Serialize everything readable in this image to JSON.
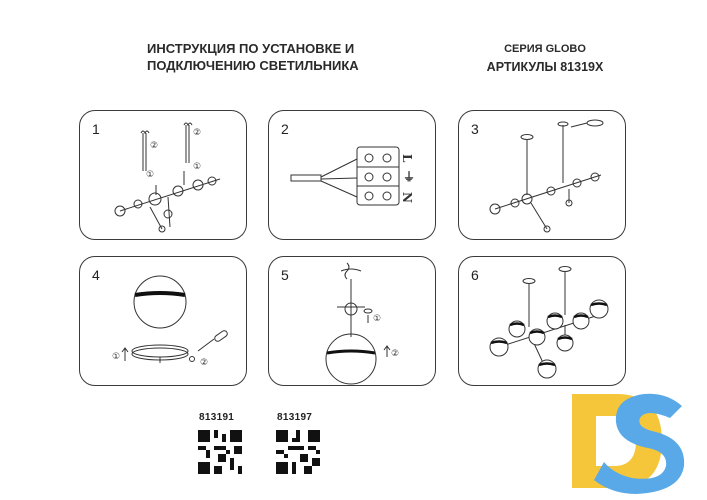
{
  "header": {
    "title_line1": "ИНСТРУКЦИЯ ПО УСТАНОВКЕ И",
    "title_line2": "ПОДКЛЮЧЕНИЮ СВЕТИЛЬНИКА",
    "series_label": "СЕРИЯ GLOBO",
    "articles_label": "АРТИКУЛЫ 81319X"
  },
  "steps": [
    {
      "number": "1",
      "callouts": [
        "①",
        "②",
        "①",
        "②"
      ]
    },
    {
      "number": "2",
      "terminals": [
        "L",
        "⏚",
        "N"
      ]
    },
    {
      "number": "3"
    },
    {
      "number": "4",
      "callouts": [
        "①",
        "②"
      ]
    },
    {
      "number": "5",
      "callouts": [
        "①",
        "②"
      ]
    },
    {
      "number": "6"
    }
  ],
  "products": [
    {
      "code": "813191"
    },
    {
      "code": "813197"
    }
  ],
  "logo": {
    "letters": "DS",
    "colors": {
      "yellow": "#f5c63a",
      "blue": "#59a9e8"
    }
  }
}
